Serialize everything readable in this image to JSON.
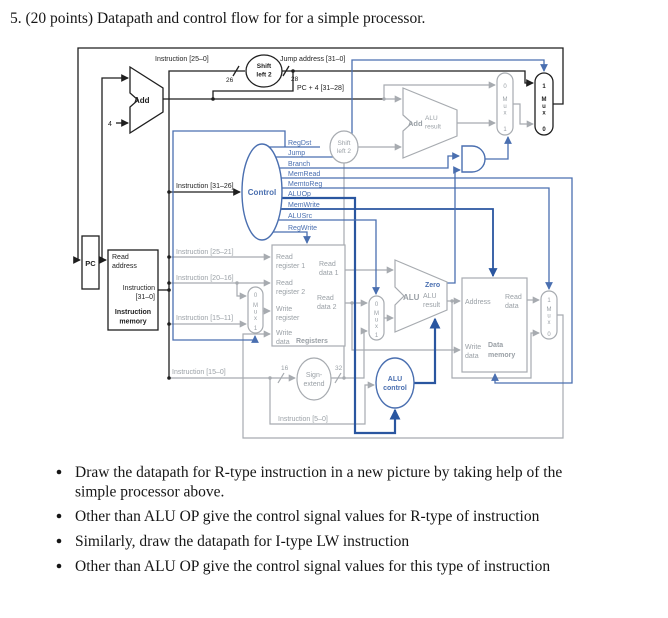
{
  "title": "5. (20 points) Datapath and control flow for for a simple processor.",
  "bullets": [
    [
      "Draw the datapath for R-type instruction in a new picture by taking help of the",
      "simple processor above."
    ],
    [
      "Other than ALU OP give the control signal values for R-type of instruction"
    ],
    [
      "Similarly, draw the datapath for I-type LW instruction"
    ],
    [
      "Other than ALU OP give the control signal values for this type of instruction"
    ]
  ],
  "colors": {
    "control_signal_blue": "#4a6fb0",
    "emphasis_dark_blue": "#2a56a0",
    "datapath_gray": "#9aa0a6",
    "wire_black": "#1f1f1f"
  },
  "dg": {
    "instr25_0": "Instruction [25–0]",
    "shift_left_2": [
      "Shift",
      "left 2"
    ],
    "w26": "26",
    "w28": "28",
    "jump_address": "Jump address [31–0]",
    "pc_plus_4": "PC + 4 [31–28]",
    "add": "Add",
    "four": "4",
    "pc": "PC",
    "read_address": [
      "Read",
      "address"
    ],
    "instr31_0": [
      "Instruction",
      "[31–0]"
    ],
    "instruction_memory": [
      "Instruction",
      "memory"
    ],
    "control": "Control",
    "instr31_26": "Instruction [31–26]",
    "sig": {
      "regdst": "RegDst",
      "jump": "Jump",
      "branch": "Branch",
      "memread": "MemRead",
      "memtoreg": "MemtoReg",
      "aluop": "ALUOp",
      "memwrite": "MemWrite",
      "alusrc": "ALUSrc",
      "regwrite": "RegWrite"
    },
    "instr25_21": "Instruction [25–21]",
    "instr20_16": "Instruction [20–16]",
    "instr15_11": "Instruction [15–11]",
    "instr15_0": "Instruction [15–0]",
    "instr5_0": "Instruction [5–0]",
    "reg": {
      "rr1": [
        "Read",
        "register 1"
      ],
      "rr2": [
        "Read",
        "register 2"
      ],
      "wreg": [
        "Write",
        "register"
      ],
      "wdata": [
        "Write",
        "data"
      ],
      "rd1": [
        "Read",
        "data 1"
      ],
      "rd2": [
        "Read",
        "data 2"
      ],
      "title": "Registers"
    },
    "zero": "Zero",
    "alu": "ALU",
    "alu_result": [
      "ALU",
      "result"
    ],
    "sign_extend": [
      "Sign-",
      "extend"
    ],
    "w16": "16",
    "w32": "32",
    "alu_control": [
      "ALU",
      "control"
    ],
    "dmem": {
      "address": "Address",
      "read_data": [
        "Read",
        "data"
      ],
      "write_data": [
        "Write",
        "data"
      ],
      "title": [
        "Data",
        "memory"
      ]
    },
    "mux": "Mux",
    "m0": "0",
    "m1": "1"
  }
}
